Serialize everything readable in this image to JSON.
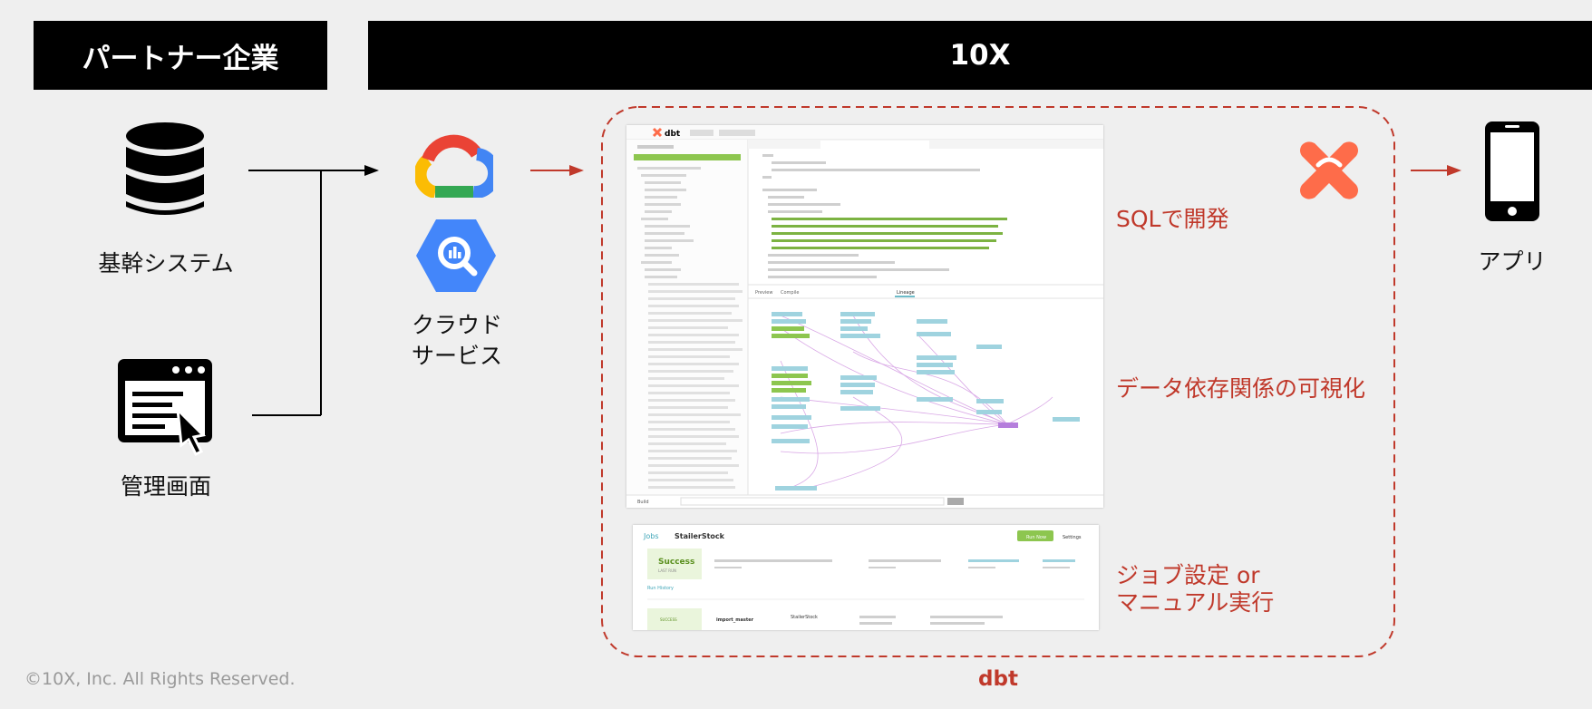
{
  "headers": {
    "partner": "パートナー企業",
    "company": "10X"
  },
  "sources": {
    "core_system": "基幹システム",
    "admin": "管理画面"
  },
  "cloud": {
    "label_line1": "クラウド",
    "label_line2": "サービス"
  },
  "features": {
    "sql": "SQLで開発",
    "lineage": "データ依存関係の可視化",
    "job_line1": "ジョブ設定 or",
    "job_line2": "マニュアル実行"
  },
  "target": {
    "app": "アプリ"
  },
  "dbt_ide": {
    "brand": "dbt",
    "tab_preview": "Preview",
    "tab_compile": "Compile",
    "tab_lineage": "Lineage",
    "build": "Build"
  },
  "jobs": {
    "crumb_jobs": "Jobs",
    "crumb_name": "StailerStock",
    "status": "Success",
    "status_sub": "LAST RUN",
    "run_now": "Run Now",
    "settings": "Settings",
    "run_history": "Run History",
    "row_status": "SUCCESS",
    "row_env": "import_master",
    "row_job": "StailerStock"
  },
  "footer": {
    "copyright": "©10X, Inc. All Rights Reserved.",
    "dbt": "dbt"
  },
  "colors": {
    "accent_red": "#c0392b",
    "dbt_orange": "#fe6c4a",
    "header_bg": "#000000"
  }
}
